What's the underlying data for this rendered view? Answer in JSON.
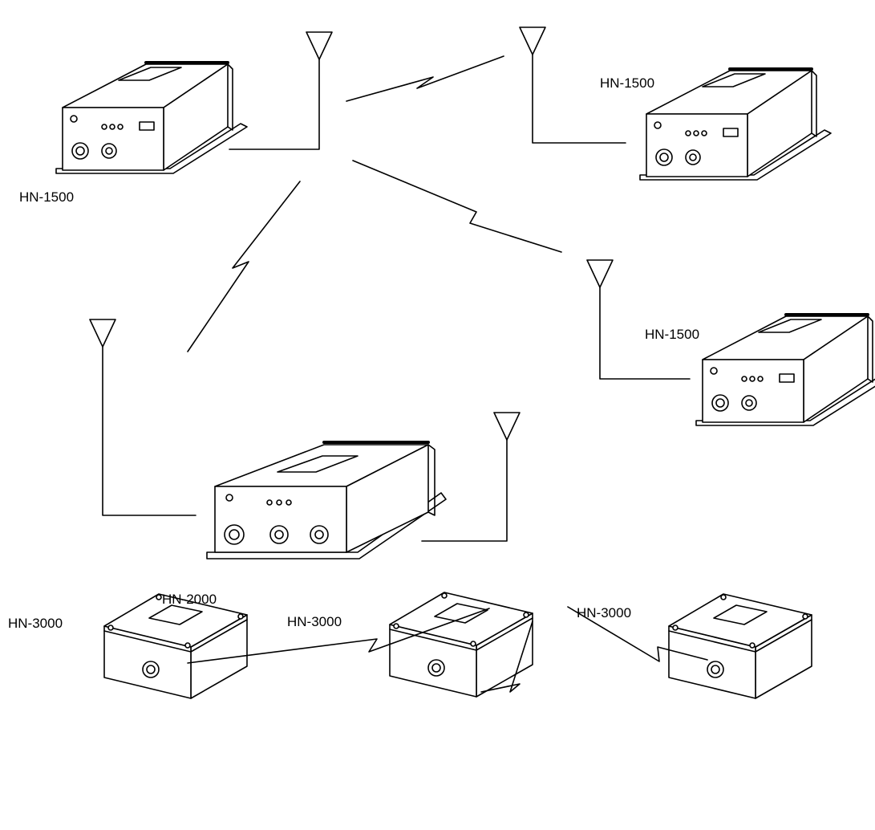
{
  "devices": [
    {
      "model": "HN-1500"
    },
    {
      "model": "HN-1500"
    },
    {
      "model": "HN-1500"
    },
    {
      "model": "HN-2000"
    },
    {
      "model": "HN-3000"
    },
    {
      "model": "HN-3000"
    },
    {
      "model": "HN-3000"
    }
  ]
}
